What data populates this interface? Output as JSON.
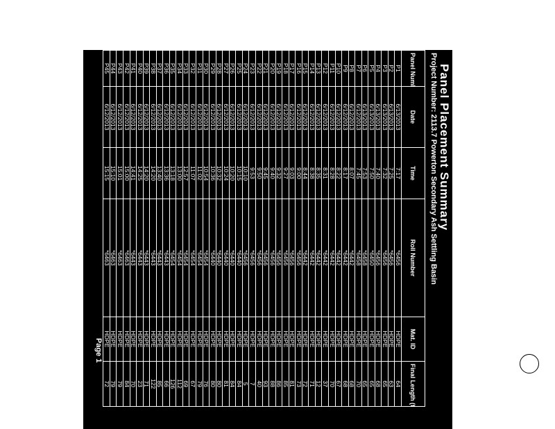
{
  "title": "Panel Placement Summary",
  "project_line": "Project Number: 2113.7 Powerton Secondary Ash Settling Basin",
  "page_label": "Page 1",
  "columns": {
    "panel_number": "Panel Number",
    "date": "Date",
    "time": "Time",
    "roll_number": "Roll Number",
    "mat_id": "Mat. ID",
    "final_length": "Final Length (ft)"
  },
  "rows": [
    {
      "panel": "P1",
      "date": "6/13/2013",
      "time": "7:17",
      "roll": "*6456",
      "mat": "HDPE",
      "length": "64"
    },
    {
      "panel": "P2",
      "date": "6/13/2013",
      "time": "7:25",
      "roll": "*6456",
      "mat": "HDPE",
      "length": "63"
    },
    {
      "panel": "P3",
      "date": "6/13/2013",
      "time": "7:32",
      "roll": "*6456",
      "mat": "HDPE",
      "length": "65"
    },
    {
      "panel": "P4",
      "date": "6/13/2013",
      "time": "7:40",
      "roll": "*6456",
      "mat": "HDPE",
      "length": "68"
    },
    {
      "panel": "P5",
      "date": "6/13/2013",
      "time": "7:50",
      "roll": "*6450",
      "mat": "HDPE",
      "length": "65"
    },
    {
      "panel": "P6",
      "date": "6/13/2013",
      "time": "7:53",
      "roll": "*6458",
      "mat": "HDPE",
      "length": "65"
    },
    {
      "panel": "P7",
      "date": "6/12/2013",
      "time": "7:45",
      "roll": "*6458",
      "mat": "HDPE",
      "length": "70"
    },
    {
      "panel": "P8",
      "date": "6/12/2013",
      "time": "8:07",
      "roll": "*6442",
      "mat": "HDPE",
      "length": "68"
    },
    {
      "panel": "P9",
      "date": "6/12/2013",
      "time": "8:17",
      "roll": "*6442",
      "mat": "HDPE",
      "length": "68"
    },
    {
      "panel": "P10",
      "date": "6/12/2013",
      "time": "8:22",
      "roll": "*6442",
      "mat": "HDPE",
      "length": "67"
    },
    {
      "panel": "P11",
      "date": "6/12/2013",
      "time": "8:28",
      "roll": "*6442",
      "mat": "HDPE",
      "length": "70"
    },
    {
      "panel": "P12",
      "date": "6/12/2013",
      "time": "8:31",
      "roll": "*6442",
      "mat": "HDPE",
      "length": "37"
    },
    {
      "panel": "P13",
      "date": "6/12/2013",
      "time": "8:35",
      "roll": "*6442",
      "mat": "HDPE",
      "length": "12"
    },
    {
      "panel": "P14",
      "date": "6/12/2013",
      "time": "8:38",
      "roll": "*6442",
      "mat": "HDPE",
      "length": "71"
    },
    {
      "panel": "P15",
      "date": "6/12/2013",
      "time": "8:44",
      "roll": "*6442",
      "mat": "HDPE",
      "length": "72"
    },
    {
      "panel": "P16",
      "date": "6/12/2013",
      "time": "9:00",
      "roll": "*6456",
      "mat": "HDPE",
      "length": "73"
    },
    {
      "panel": "P17",
      "date": "6/12/2013",
      "time": "9:03",
      "roll": "*6456",
      "mat": "HDPE",
      "length": "81"
    },
    {
      "panel": "P18",
      "date": "6/12/2013",
      "time": "9:27",
      "roll": "*6456",
      "mat": "HDPE",
      "length": "85"
    },
    {
      "panel": "P19",
      "date": "6/12/2013",
      "time": "9:32",
      "roll": "*6456",
      "mat": "HDPE",
      "length": "86"
    },
    {
      "panel": "P20",
      "date": "6/12/2013",
      "time": "9:40",
      "roll": "*6456",
      "mat": "HDPE",
      "length": "88"
    },
    {
      "panel": "P21",
      "date": "6/12/2013",
      "time": "9:45",
      "roll": "*6456",
      "mat": "HDPE",
      "length": "93"
    },
    {
      "panel": "P22",
      "date": "6/12/2013",
      "time": "9:50",
      "roll": "*6456",
      "mat": "HDPE",
      "length": "40"
    },
    {
      "panel": "P23",
      "date": "6/12/2013",
      "time": "9:53",
      "roll": "*6456",
      "mat": "HDPE",
      "length": "7"
    },
    {
      "panel": "P24",
      "date": "6/12/2013",
      "time": "10:10",
      "roll": "*6456",
      "mat": "HDPE",
      "length": "5"
    },
    {
      "panel": "P25",
      "date": "6/12/2013",
      "time": "10:15",
      "roll": "*6440",
      "mat": "HDPE",
      "length": "84"
    },
    {
      "panel": "P26",
      "date": "6/12/2013",
      "time": "10:20",
      "roll": "*6440",
      "mat": "HDPE",
      "length": "84"
    },
    {
      "panel": "P27",
      "date": "6/12/2013",
      "time": "10:24",
      "roll": "*6440",
      "mat": "HDPE",
      "length": "81"
    },
    {
      "panel": "P28",
      "date": "6/12/2013",
      "time": "10:32",
      "roll": "*6440",
      "mat": "HDPE",
      "length": "80"
    },
    {
      "panel": "P29",
      "date": "6/12/2013",
      "time": "10:36",
      "roll": "*6440",
      "mat": "HDPE",
      "length": "80"
    },
    {
      "panel": "P30",
      "date": "6/12/2013",
      "time": "10:54",
      "roll": "*6454",
      "mat": "HDPE",
      "length": "76"
    },
    {
      "panel": "P31",
      "date": "6/12/2013",
      "time": "11:02",
      "roll": "*6454",
      "mat": "HDPE",
      "length": "79"
    },
    {
      "panel": "P32",
      "date": "6/12/2013",
      "time": "11:07",
      "roll": "*6454",
      "mat": "HDPE",
      "length": "67"
    },
    {
      "panel": "P33",
      "date": "6/12/2013",
      "time": "12:57",
      "roll": "*6454",
      "mat": "HDPE",
      "length": "69"
    },
    {
      "panel": "P34",
      "date": "6/12/2013",
      "time": "13:00",
      "roll": "*6454",
      "mat": "HDPE",
      "length": "112"
    },
    {
      "panel": "P35",
      "date": "6/12/2013",
      "time": "13:18",
      "roll": "*6454",
      "mat": "HDPE",
      "length": "126"
    },
    {
      "panel": "P36",
      "date": "6/12/2013",
      "time": "13:36",
      "roll": "*6443",
      "mat": "HDPE",
      "length": "66"
    },
    {
      "panel": "P37",
      "date": "6/12/2013",
      "time": "13:40",
      "roll": "*6443",
      "mat": "HDPE",
      "length": "85"
    },
    {
      "panel": "P38",
      "date": "6/12/2013",
      "time": "14:20",
      "roll": "*6443",
      "mat": "HDPE",
      "length": "122"
    },
    {
      "panel": "P39",
      "date": "6/12/2013",
      "time": "14:20",
      "roll": "*6443",
      "mat": "HDPE",
      "length": "71"
    },
    {
      "panel": "P40",
      "date": "6/12/2013",
      "time": "14:25",
      "roll": "*6443",
      "mat": "HDPE",
      "length": "23"
    },
    {
      "panel": "P41",
      "date": "6/12/2013",
      "time": "14:41",
      "roll": "*6443",
      "mat": "HDPE",
      "length": "70"
    },
    {
      "panel": "P42",
      "date": "6/12/2013",
      "time": "15:00",
      "roll": "*6463",
      "mat": "HDPE",
      "length": "84"
    },
    {
      "panel": "P43",
      "date": "6/12/2013",
      "time": "15:01",
      "roll": "*6463",
      "mat": "HDPE",
      "length": "79"
    },
    {
      "panel": "P44",
      "date": "6/12/2013",
      "time": "15:10",
      "roll": "*6463",
      "mat": "HDPE",
      "length": "79"
    },
    {
      "panel": "P45",
      "date": "6/12/2013",
      "time": "15:15",
      "roll": "*6463",
      "mat": "HDPE",
      "length": "72"
    }
  ]
}
